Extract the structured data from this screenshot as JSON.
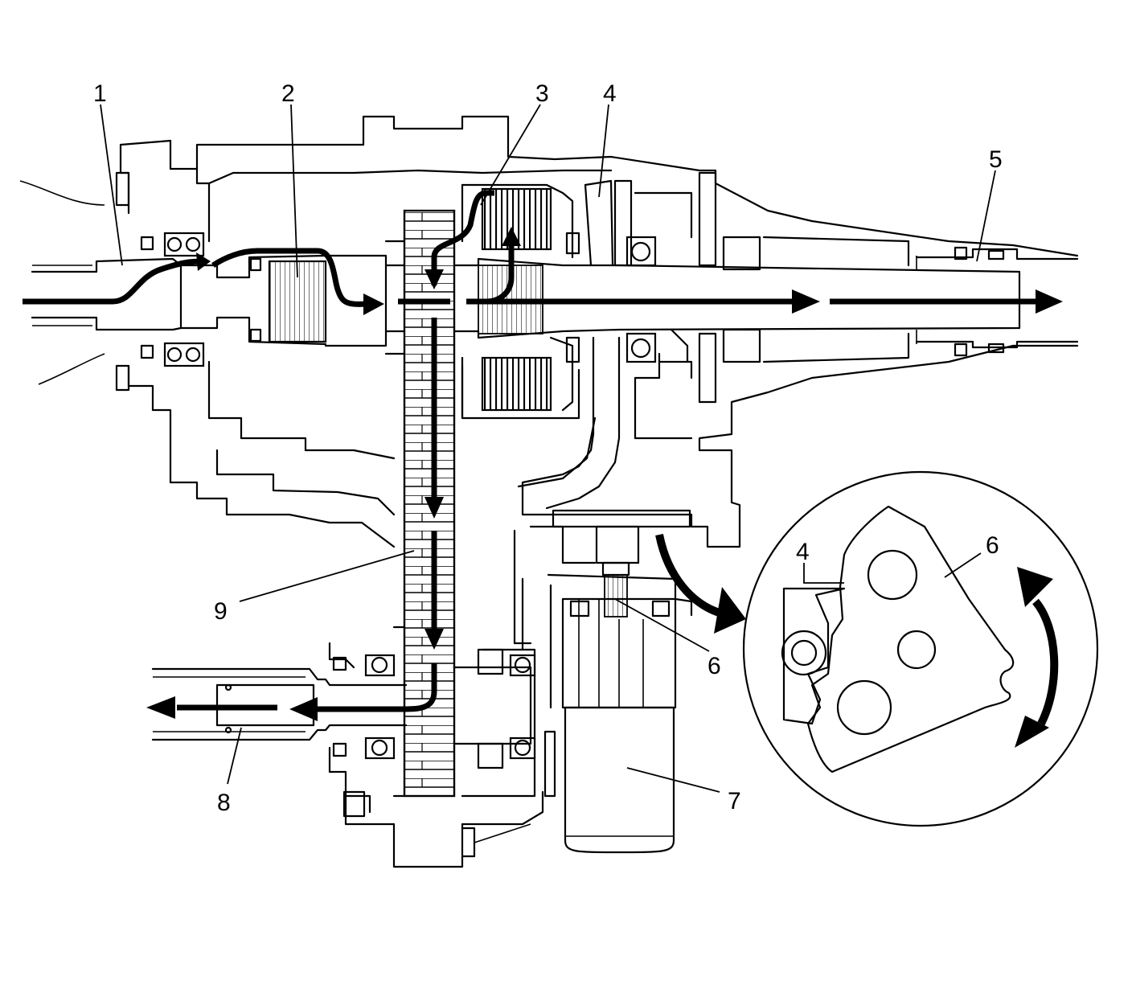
{
  "callouts": [
    {
      "id": "1",
      "label": "1"
    },
    {
      "id": "2",
      "label": "2"
    },
    {
      "id": "3",
      "label": "3"
    },
    {
      "id": "4",
      "label": "4"
    },
    {
      "id": "5",
      "label": "5"
    },
    {
      "id": "6",
      "label": "6"
    },
    {
      "id": "7",
      "label": "7"
    },
    {
      "id": "8",
      "label": "8"
    },
    {
      "id": "9",
      "label": "9"
    }
  ],
  "inset": {
    "callouts": [
      {
        "id": "4",
        "label": "4"
      },
      {
        "id": "6",
        "label": "6"
      }
    ]
  },
  "colors": {
    "line": "#000000",
    "background": "#ffffff"
  }
}
